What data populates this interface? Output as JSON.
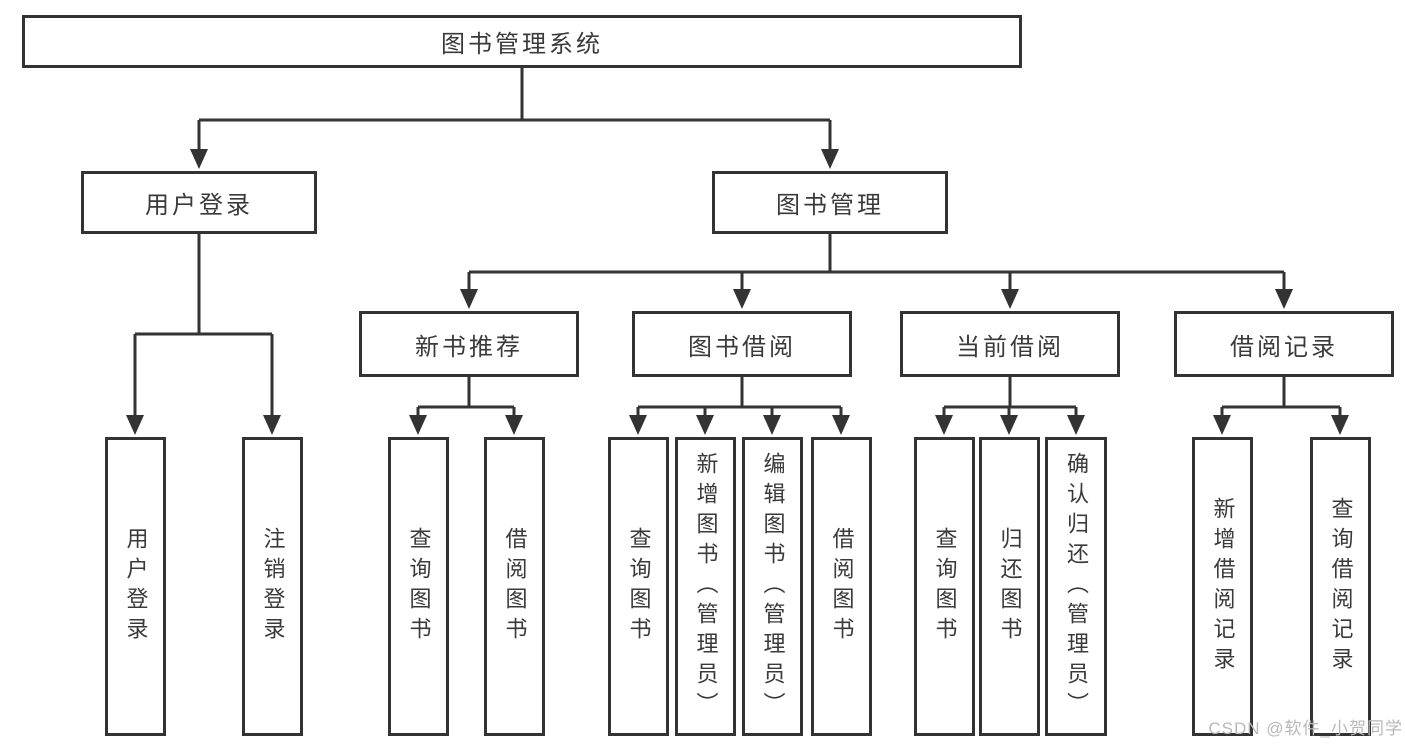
{
  "diagram_title": "图书管理系统",
  "tree": {
    "label": "图书管理系统",
    "children": [
      {
        "label": "用户登录",
        "children": [
          {
            "label": "用户登录"
          },
          {
            "label": "注销登录"
          }
        ]
      },
      {
        "label": "图书管理",
        "children": [
          {
            "label": "新书推荐",
            "children": [
              {
                "label": "查询图书"
              },
              {
                "label": "借阅图书"
              }
            ]
          },
          {
            "label": "图书借阅",
            "children": [
              {
                "label": "查询图书"
              },
              {
                "label": "新增图书（管理员）"
              },
              {
                "label": "编辑图书（管理员）"
              },
              {
                "label": "借阅图书"
              }
            ]
          },
          {
            "label": "当前借阅",
            "children": [
              {
                "label": "查询图书"
              },
              {
                "label": "归还图书"
              },
              {
                "label": "确认归还（管理员）"
              }
            ]
          },
          {
            "label": "借阅记录",
            "children": [
              {
                "label": "新增借阅记录"
              },
              {
                "label": "查询借阅记录"
              }
            ]
          }
        ]
      }
    ]
  },
  "watermark": {
    "text": "CSDN @软件_小贺同学"
  },
  "colors": {
    "line": "#333333",
    "box_border": "#333333",
    "box_background": "#ffffff",
    "text": "#3a3a3a",
    "page_background": "#ffffff",
    "watermark": "#b9b9b9"
  }
}
